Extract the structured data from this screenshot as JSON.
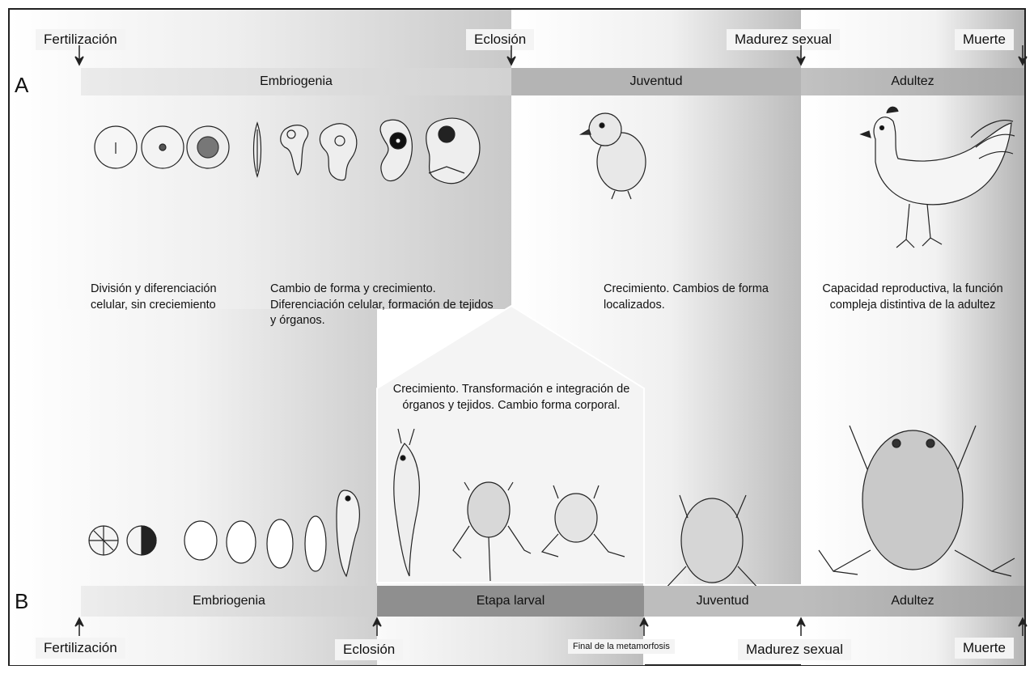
{
  "row_a": {
    "letter": "A",
    "events": {
      "fertilization": "Fertilización",
      "hatching": "Eclosión",
      "sexual_maturity": "Madurez sexual",
      "death": "Muerte"
    },
    "stages": {
      "embryogenesis": "Embriogenia",
      "youth": "Juventud",
      "adulthood": "Adultez"
    },
    "descriptions": {
      "division": "División y diferenciación celular, sin creciemiento",
      "shape_change": "Cambio de forma y crecimiento. Diferenciación celular, formación de tejidos y órganos.",
      "growth": "Crecimiento. Cambios de forma localizados.",
      "reproduction": "Capacidad reproductiva, la función compleja distintiva de la adultez"
    }
  },
  "row_b": {
    "letter": "B",
    "events": {
      "fertilization": "Fertilización",
      "hatching": "Eclosión",
      "metamorphosis_end": "Final de la metamorfosis",
      "sexual_maturity": "Madurez sexual",
      "death": "Muerte"
    },
    "stages": {
      "embryogenesis": "Embriogenia",
      "larval": "Etapa larval",
      "youth": "Juventud",
      "adulthood": "Adultez"
    },
    "descriptions": {
      "larval": "Crecimiento. Transformación e integración de órganos y tejidos. Cambio forma corporal."
    }
  },
  "colors": {
    "bar_light": "#d9d9d9",
    "bar_mid": "#b3b3b3",
    "bar_dark": "#8c8c8c",
    "line": "#222222"
  }
}
